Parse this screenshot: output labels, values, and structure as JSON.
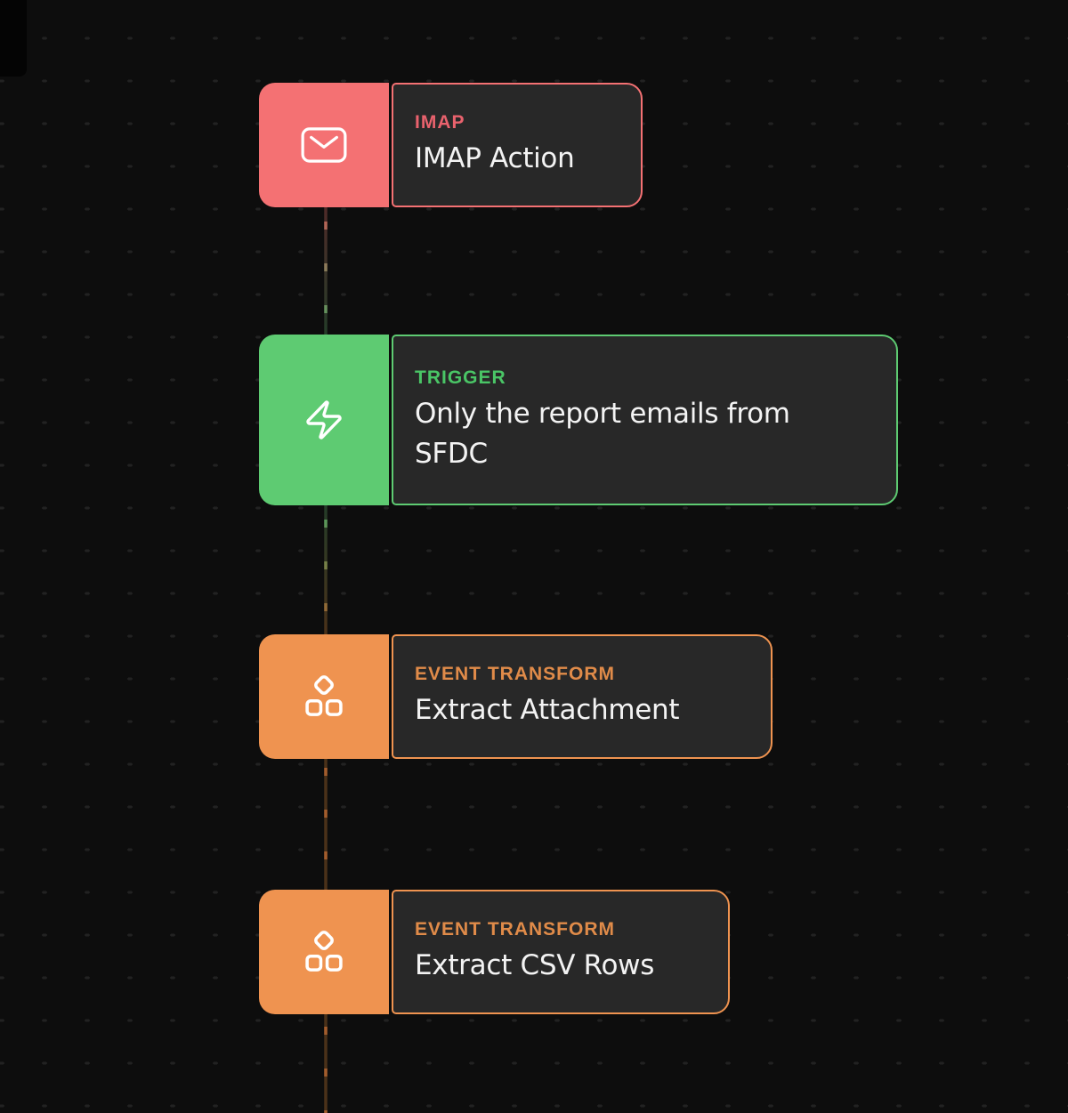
{
  "app": {
    "name": "workflow-canvas"
  },
  "colors": {
    "background": "#0d0d0d",
    "grid_dot": "#222222",
    "node_body": "#282828",
    "title_text": "#f3f3f3"
  },
  "nodes": [
    {
      "category": "IMAP",
      "title": "IMAP Action",
      "accent": "#f47173",
      "label_color": "#e9626d",
      "icon": "envelope"
    },
    {
      "category": "TRIGGER",
      "title": "Only the report emails from SFDC",
      "accent": "#5ecb72",
      "label_color": "#4ac566",
      "icon": "lightning-bolt"
    },
    {
      "category": "EVENT TRANSFORM",
      "title": "Extract Attachment",
      "accent": "#ef9350",
      "label_color": "#e08b49",
      "icon": "shapes"
    },
    {
      "category": "EVENT TRANSFORM",
      "title": "Extract CSV Rows",
      "accent": "#ef9350",
      "label_color": "#e08b49",
      "icon": "shapes"
    }
  ],
  "connectors": [
    {
      "from": "IMAP Action",
      "to": "Only the report emails from SFDC",
      "base_top": "#4f2a28",
      "base_bottom": "#243c28",
      "dash_top": "#c25c55",
      "dash_bottom": "#4f9e5f"
    },
    {
      "from": "Only the report emails from SFDC",
      "to": "Extract Attachment",
      "base_top": "#243c28",
      "base_bottom": "#4a3119",
      "dash_top": "#4f9e5f",
      "dash_bottom": "#a35c2c"
    },
    {
      "from": "Extract Attachment",
      "to": "Extract CSV Rows",
      "base_top": "#4a3119",
      "base_bottom": "#4a3119",
      "dash_top": "#a35c2c",
      "dash_bottom": "#a35c2c"
    },
    {
      "from": "Extract CSV Rows",
      "to": "",
      "base_top": "#4a3119",
      "base_bottom": "#4a3119",
      "dash_top": "#a35c2c",
      "dash_bottom": "#a35c2c"
    }
  ]
}
